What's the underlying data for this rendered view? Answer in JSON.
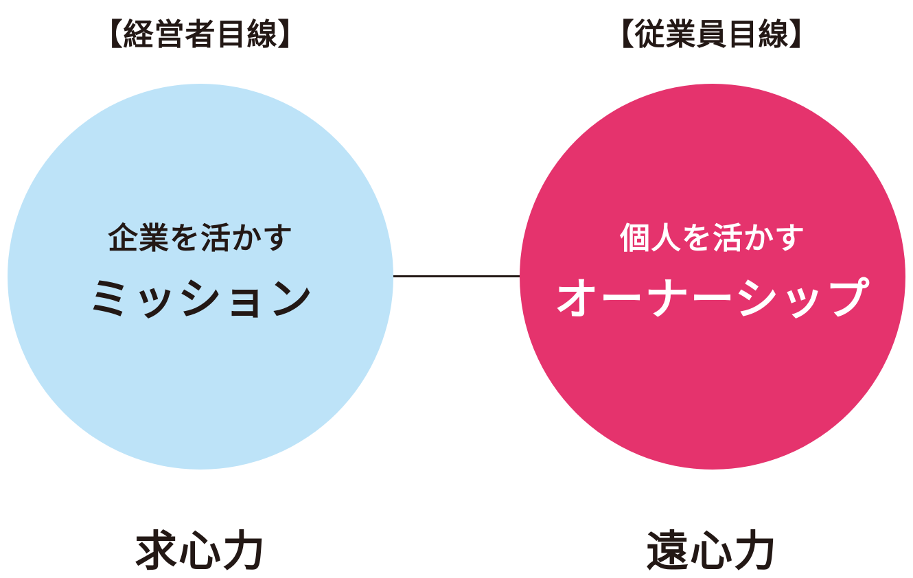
{
  "left": {
    "heading": "【経営者目線】",
    "circle_sub": "企業を活かす",
    "circle_main": "ミッション",
    "force": "求心力",
    "color": "#bde3f8"
  },
  "right": {
    "heading": "【従業員目線】",
    "circle_sub": "個人を活かす",
    "circle_main": "オーナーシップ",
    "force": "遠心力",
    "color": "#e5336d"
  }
}
